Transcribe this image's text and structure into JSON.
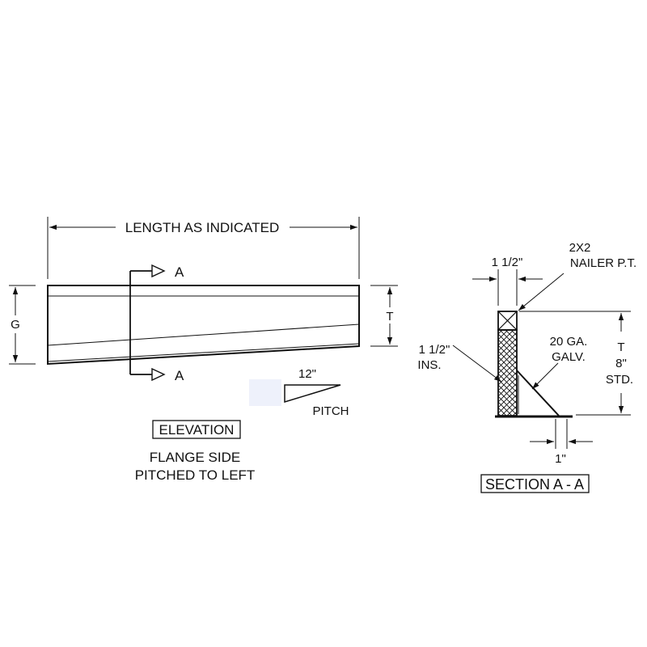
{
  "elevation": {
    "length_label": "LENGTH AS INDICATED",
    "section_mark_top": "A",
    "section_mark_bottom": "A",
    "g_label": "G",
    "t_label": "T",
    "pitch_run": "12\"",
    "pitch_label": "PITCH",
    "title": "ELEVATION",
    "note_line1": "FLANGE SIDE",
    "note_line2": "PITCHED TO LEFT"
  },
  "section": {
    "nailer_dim": "1 1/2\"",
    "nailer_label_line1": "2X2",
    "nailer_label_line2": "NAILER P.T.",
    "insulation_line1": "1 1/2\"",
    "insulation_line2": "INS.",
    "metal_line1": "20 GA.",
    "metal_line2": "GALV.",
    "height_line1": "T",
    "height_line2": "8\"",
    "height_line3": "STD.",
    "flange_dim": "1\"",
    "title": "SECTION A - A"
  },
  "colors": {
    "line": "#111111",
    "swatch": "#eef1fb"
  }
}
